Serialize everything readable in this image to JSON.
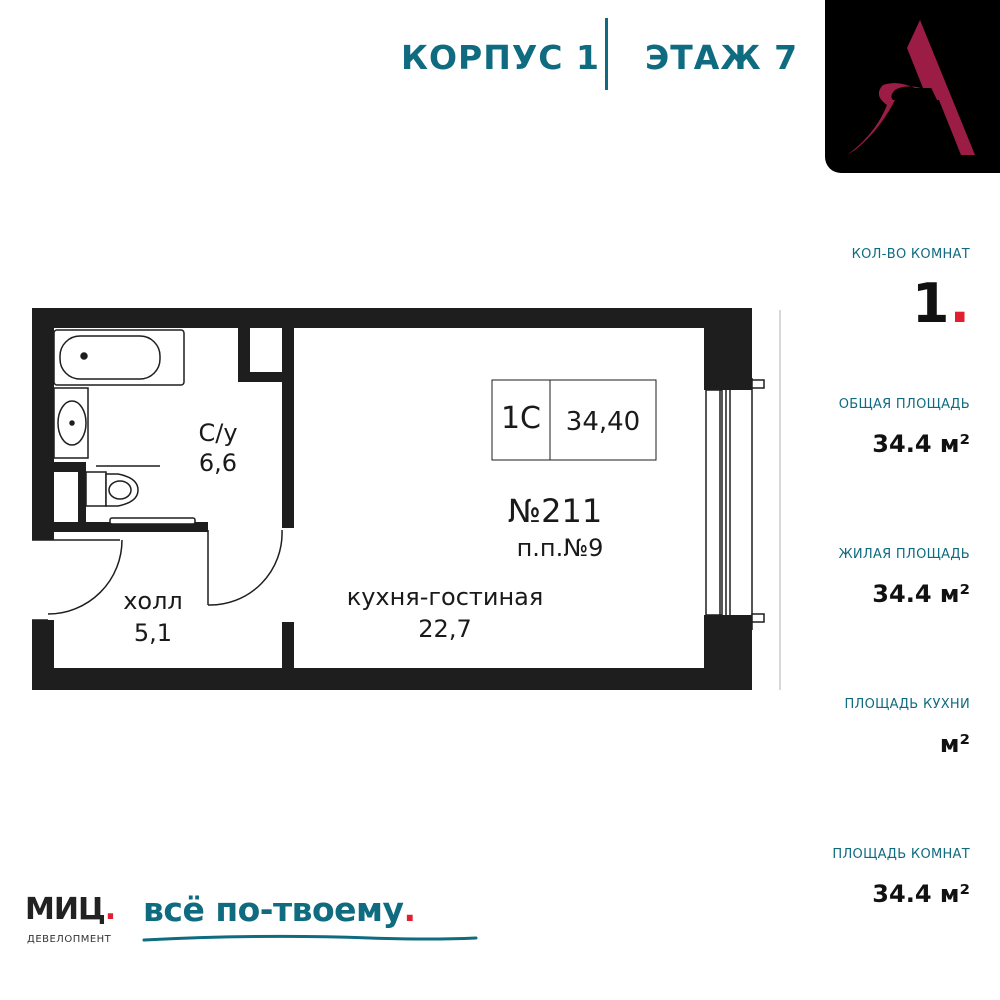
{
  "header": {
    "building": "КОРПУС 1",
    "floor": "ЭТАЖ 7"
  },
  "logo": {
    "icon": "letter-a-logo-icon",
    "color": "#9b1d45"
  },
  "stats": {
    "rooms_label": "КОЛ-ВО КОМНАТ",
    "rooms_value": "1",
    "rooms_dot": ".",
    "total_area_label": "ОБЩАЯ ПЛОЩАДЬ",
    "total_area_value": "34.4 м²",
    "living_area_label": "ЖИЛАЯ ПЛОЩАДЬ",
    "living_area_value": "34.4 м²",
    "kitchen_area_label": "ПЛОЩАДЬ КУХНИ",
    "kitchen_area_value": "м²",
    "rooms_area_label": "ПЛОЩАДЬ КОМНАТ",
    "rooms_area_value": "34.4 м²"
  },
  "plan": {
    "type_code": "1С",
    "type_area": "34,40",
    "apartment_number": "№211",
    "plan_number": "п.п.№9",
    "bathroom_name": "С/у",
    "bathroom_area": "6,6",
    "hall_name": "холл",
    "hall_area": "5,1",
    "kitchen_living_name": "кухня-гостиная",
    "kitchen_living_area": "22,7"
  },
  "brand": {
    "name": "МИЦ",
    "dot": ".",
    "subtitle": "ДЕВЕЛОПМЕНТ",
    "slogan": "всё по-твоему",
    "slogan_dot": "."
  },
  "colors": {
    "accent": "#0f6b80",
    "logo": "#9b1d45",
    "dot": "#e02030",
    "wall": "#1e1e1e"
  }
}
